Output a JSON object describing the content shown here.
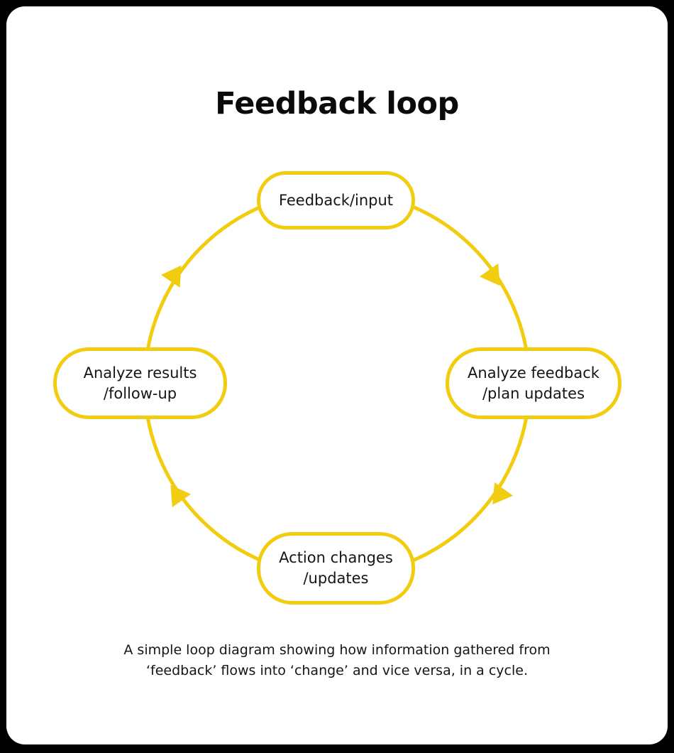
{
  "title": "Feedback loop",
  "colors": {
    "accent": "#F2CC0F",
    "text": "#151515",
    "background": "#ffffff",
    "frame": "#000000"
  },
  "nodes": {
    "top": {
      "line1": "Feedback/input"
    },
    "right": {
      "line1": "Analyze feedback",
      "line2": "/plan updates"
    },
    "bottom": {
      "line1": "Action changes",
      "line2": "/updates"
    },
    "left": {
      "line1": "Analyze results",
      "line2": "/follow-up"
    }
  },
  "arrows": {
    "icon": "triangle-arrow-icon",
    "direction": "clockwise"
  },
  "caption": {
    "line1": "A simple loop diagram showing how information gathered from",
    "line2": "‘feedback’ flows into ‘change’ and vice versa, in a cycle."
  }
}
